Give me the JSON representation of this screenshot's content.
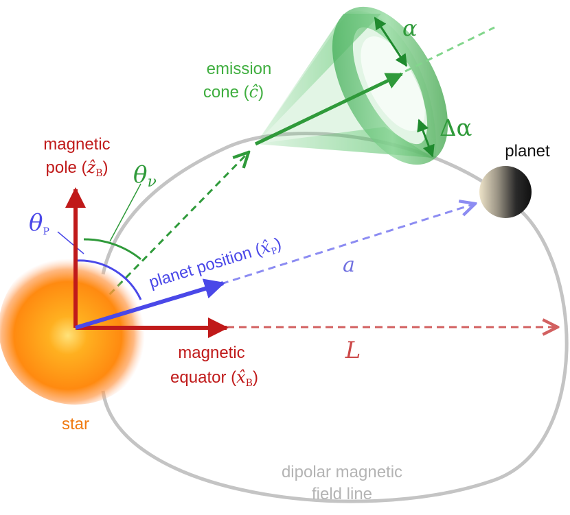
{
  "labels": {
    "emission_cone_line1": "emission",
    "emission_cone_line2": "cone (",
    "emission_cone_symbol": "ĉ",
    "emission_cone_close": ")",
    "alpha": "α",
    "delta_alpha": "Δα",
    "planet": "planet",
    "magnetic_pole_line1": "magnetic",
    "magnetic_pole_line2": "pole (",
    "magnetic_pole_symbol": "ẑ",
    "magnetic_pole_sub": "B",
    "magnetic_pole_close": ")",
    "theta_nu": "θ",
    "theta_nu_sub": "ν",
    "theta_p": "θ",
    "theta_p_sub": "P",
    "planet_position": "planet position (",
    "planet_position_symbol": "x̂",
    "planet_position_sub": "P",
    "planet_position_close": ")",
    "a": "a",
    "L": "L",
    "magnetic_equator_line1": "magnetic",
    "magnetic_equator_line2": "equator (",
    "magnetic_equator_symbol": "x̂",
    "magnetic_equator_sub": "B",
    "magnetic_equator_close": ")",
    "star": "star",
    "field_line_line1": "dipolar magnetic",
    "field_line_line2": "field line"
  },
  "colors": {
    "magnetic": "#c01a1a",
    "magnetic_dashed": "#d26060",
    "planet_vector": "#4a48e8",
    "planet_dashed": "#8c8cf2",
    "emission": "#2f9a3a",
    "emission_text": "#3fae3f",
    "emission_dashed": "#82d68c",
    "field_line": "#c4c4c4",
    "field_text": "#b4b4b4",
    "star_core": "#ffd030",
    "star_mid": "#ff8a10",
    "star_label": "#f07a10",
    "a_label": "#7070e0",
    "L_label": "#cc4848",
    "planet_dark": "#1a1a1a",
    "planet_light": "#e8dcc0"
  }
}
